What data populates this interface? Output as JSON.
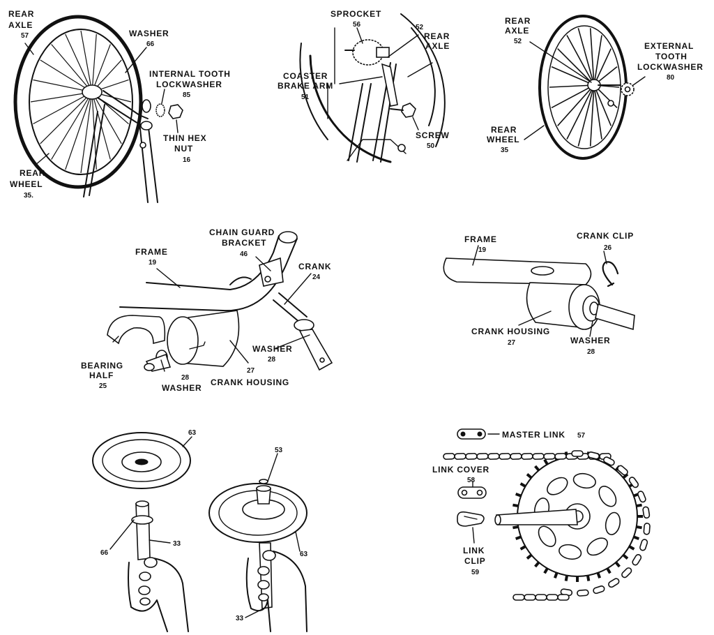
{
  "panel1": {
    "rear_axle_l1": "REAR",
    "rear_axle_l2": "AXLE",
    "rear_axle_num": "57",
    "washer": "WASHER",
    "washer_num": "66",
    "internal_l1": "INTERNAL TOOTH",
    "internal_l2": "LOCKWASHER",
    "internal_num": "85",
    "thin_l1": "THIN HEX",
    "thin_l2": "NUT",
    "thin_num": "16",
    "rear_wheel_l1": "REAR",
    "rear_wheel_l2": "WHEEL",
    "rear_wheel_num": "35."
  },
  "panel2": {
    "sprocket": "SPROCKET",
    "sprocket_num": "56",
    "axle_num": "52",
    "rear_axle_l1": "REAR",
    "rear_axle_l2": "AXLE",
    "coaster_l1": "COASTER",
    "coaster_l2": "BRAKE ARM",
    "coaster_num": "51",
    "screw": "SCREW",
    "screw_num": "50"
  },
  "panel3": {
    "rear_axle_l1": "REAR",
    "rear_axle_l2": "AXLE",
    "rear_axle_num": "52",
    "ext_l1": "EXTERNAL",
    "ext_l2": "TOOTH",
    "ext_l3": "LOCKWASHER",
    "ext_num": "80",
    "rear_wheel_l1": "REAR",
    "rear_wheel_l2": "WHEEL",
    "rear_wheel_num": "35"
  },
  "panel4": {
    "chain_guard_l1": "CHAIN GUARD",
    "chain_guard_l2": "BRACKET",
    "chain_guard_num": "46",
    "frame": "FRAME",
    "frame_num": "19",
    "crank": "CRANK",
    "crank_num": "24",
    "washer_r": "WASHER",
    "washer_r_num": "28",
    "bearing_l1": "BEARING",
    "bearing_l2": "HALF",
    "bearing_num": "25",
    "washer_l_num": "28",
    "washer_l": "WASHER",
    "housing_num": "27",
    "housing": "CRANK HOUSING"
  },
  "panel5": {
    "frame": "FRAME",
    "frame_num": "19",
    "crank_clip": "CRANK CLIP",
    "crank_clip_num": "26",
    "housing": "CRANK HOUSING",
    "housing_num": "27",
    "washer": "WASHER",
    "washer_num": "28"
  },
  "panel6": {
    "disc_num": "63",
    "nut_num": "53",
    "washer_num": "66",
    "axle_num": "33",
    "disc2_num": "63",
    "axle2_num": "33"
  },
  "panel7": {
    "master": "MASTER LINK",
    "master_num": "57",
    "link_cover": "LINK COVER",
    "link_cover_num": "58",
    "link_clip_l1": "LINK",
    "link_clip_l2": "CLIP",
    "link_clip_num": "59"
  }
}
